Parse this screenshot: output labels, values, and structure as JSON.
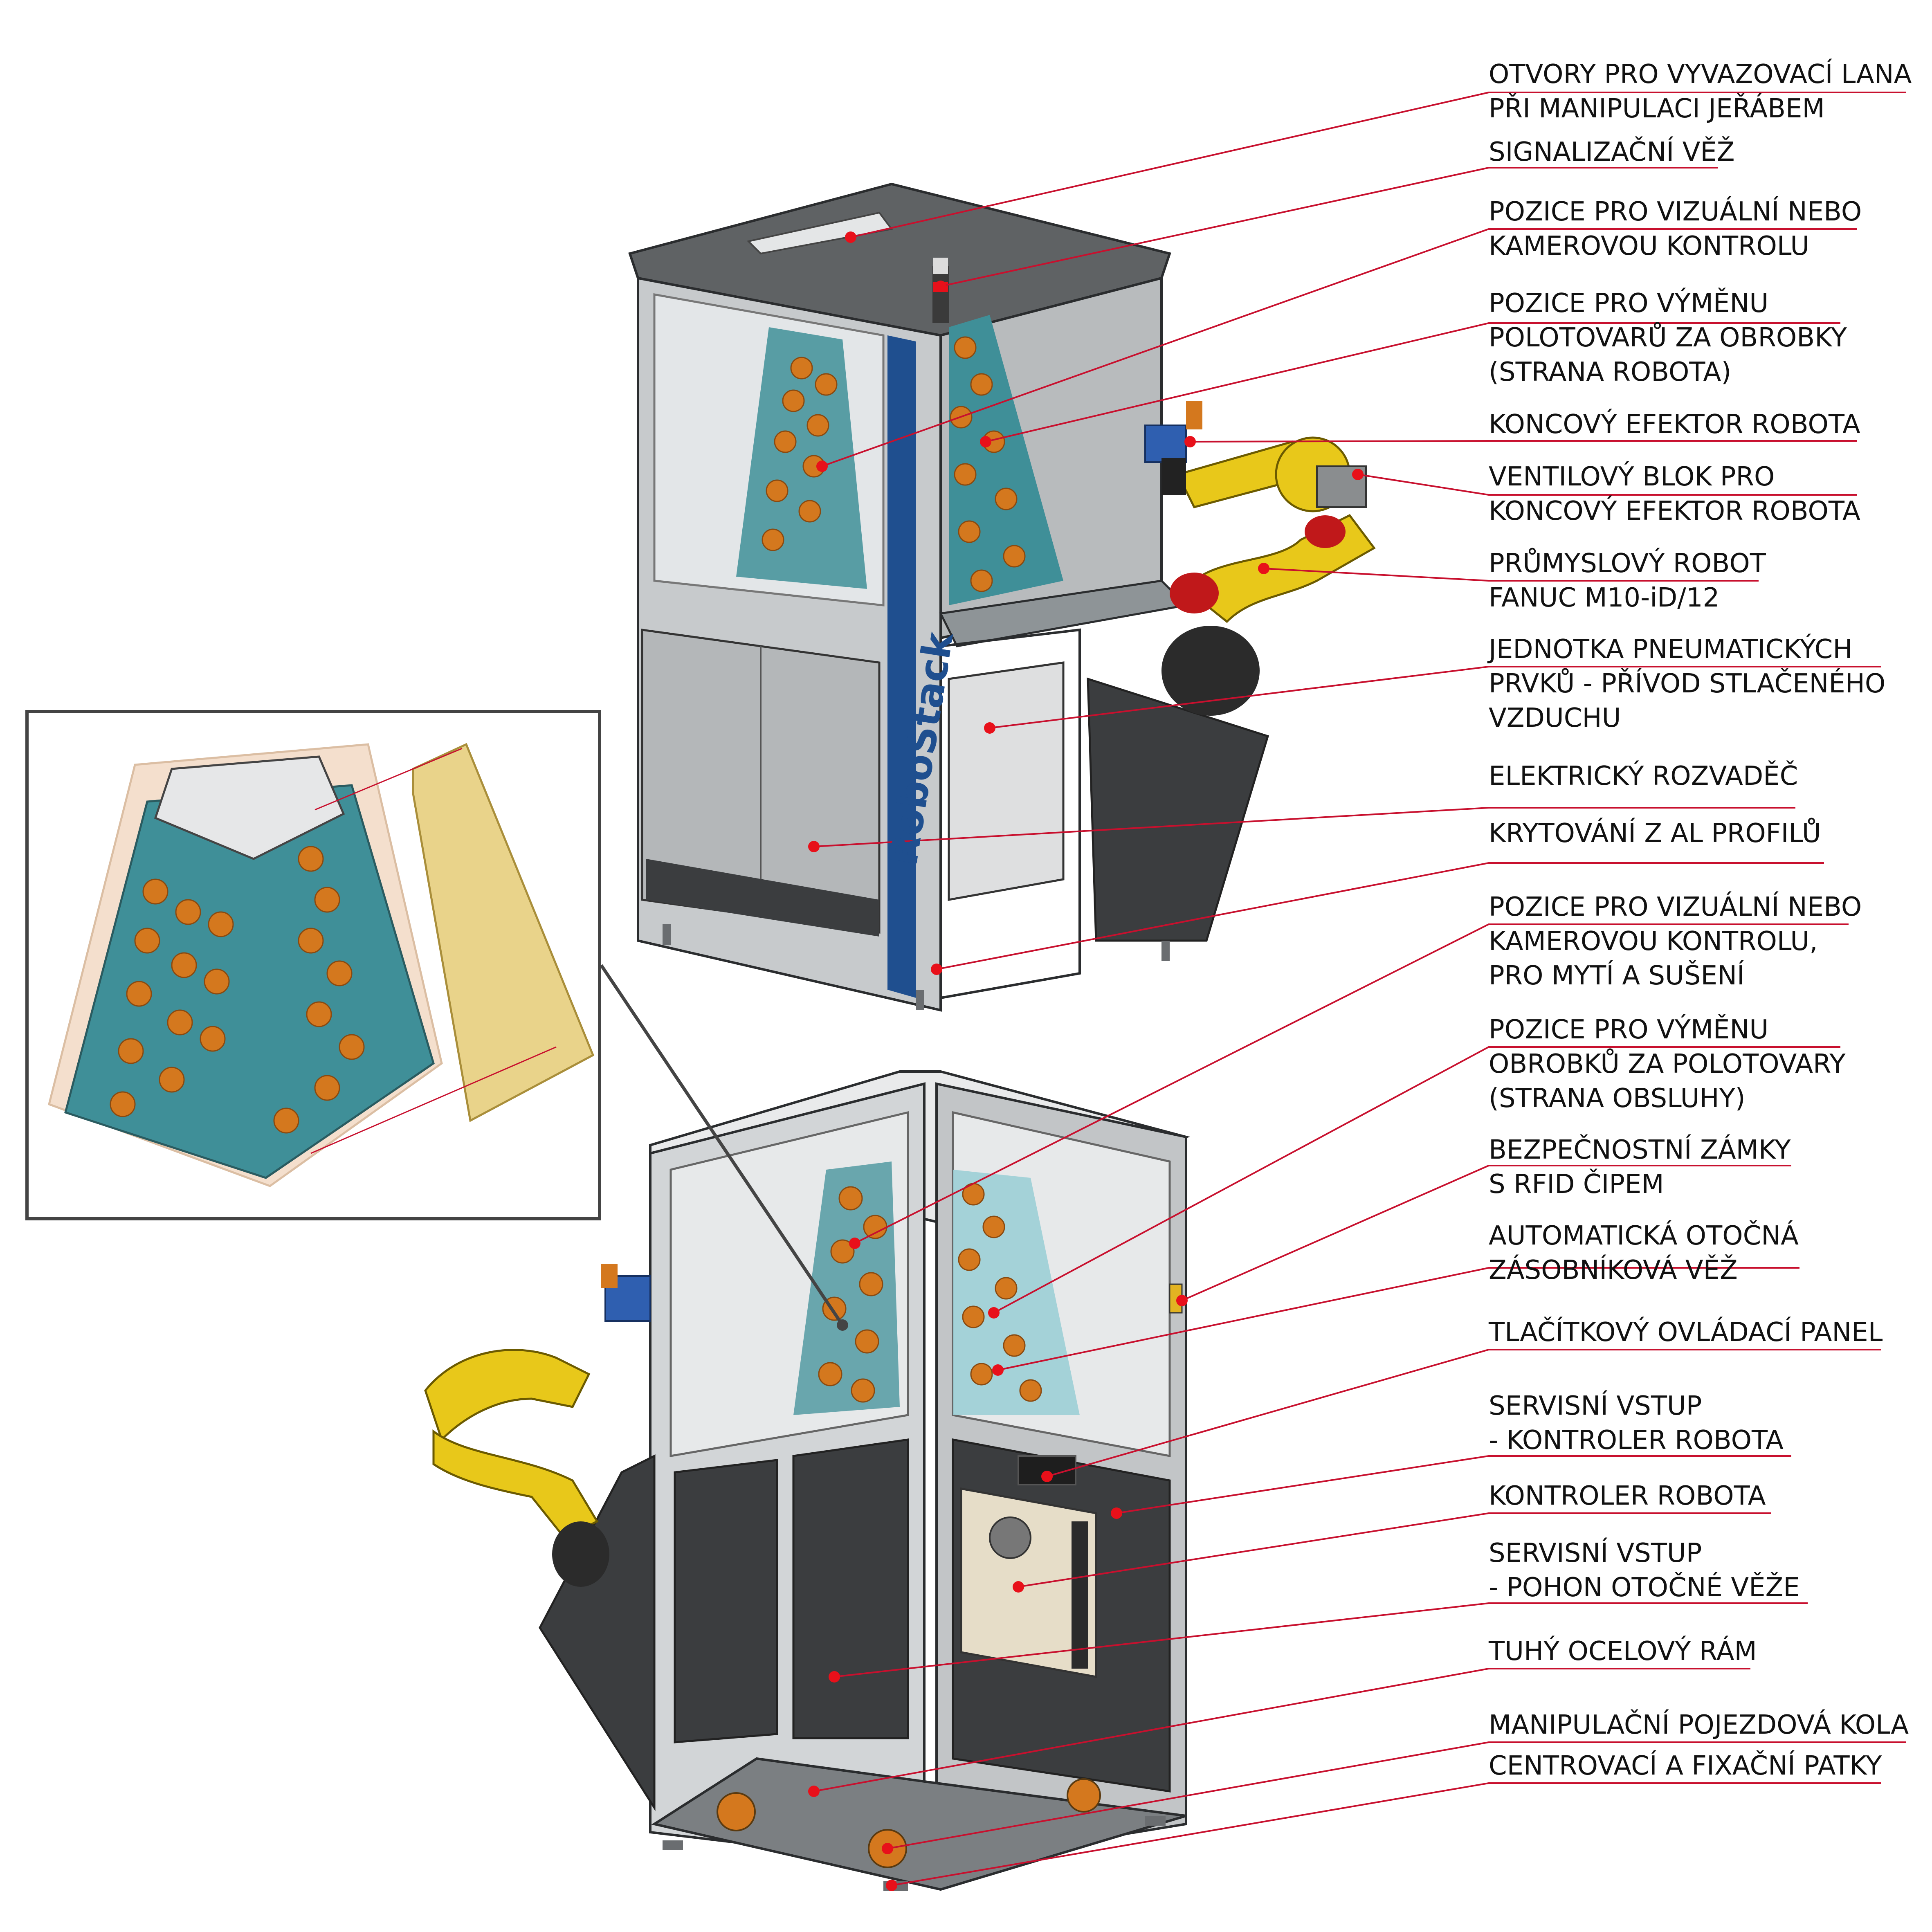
{
  "brand_text": "RoboStack",
  "colors": {
    "leader": "#c8102e",
    "dot": "#e8101a",
    "frame": "#b9bcbf",
    "frame_dark": "#8f9396",
    "panel_grey": "#a9acae",
    "panel_dark": "#3b3d3f",
    "glass": "#dfe3e5",
    "teal": "#3f8f98",
    "orange": "#d4781e",
    "robot_yellow": "#e8c81a",
    "sand": "#e9d38a"
  },
  "callouts": [
    {
      "lines": [
        "OTVORY PRO VYVAZOVACÍ LANA",
        "PŘI MANIPULACI JEŘÁBEM"
      ]
    },
    {
      "lines": [
        "SIGNALIZAČNÍ VĚŽ"
      ]
    },
    {
      "lines": [
        "POZICE PRO VIZUÁLNÍ NEBO",
        "KAMEROVOU KONTROLU"
      ]
    },
    {
      "lines": [
        "POZICE PRO VÝMĚNU",
        "POLOTOVARŮ ZA OBROBKY",
        "(STRANA ROBOTA)"
      ]
    },
    {
      "lines": [
        "KONCOVÝ EFEKTOR ROBOTA"
      ]
    },
    {
      "lines": [
        "VENTILOVÝ BLOK PRO",
        "KONCOVÝ EFEKTOR ROBOTA"
      ]
    },
    {
      "lines": [
        "PRŮMYSLOVÝ ROBOT",
        "FANUC M10-iD/12"
      ]
    },
    {
      "lines": [
        "JEDNOTKA PNEUMATICKÝCH",
        "PRVKŮ - PŘÍVOD STLAČENÉHO",
        "VZDUCHU"
      ]
    },
    {
      "lines": [
        "ELEKTRICKÝ ROZVADĚČ"
      ]
    },
    {
      "lines": [
        "KRYTOVÁNÍ Z AL PROFILŮ"
      ]
    },
    {
      "lines": [
        "POZICE PRO VIZUÁLNÍ NEBO",
        "KAMEROVOU KONTROLU,",
        "PRO MYTÍ A SUŠENÍ"
      ]
    },
    {
      "lines": [
        "POZICE PRO VÝMĚNU",
        "OBROBKŮ ZA POLOTOVARY",
        "(STRANA OBSLUHY)"
      ]
    },
    {
      "lines": [
        "BEZPEČNOSTNÍ ZÁMKY",
        "S RFID ČIPEM"
      ]
    },
    {
      "lines": [
        "AUTOMATICKÁ OTOČNÁ",
        "ZÁSOBNÍKOVÁ VĚŽ"
      ]
    },
    {
      "lines": [
        "TLAČÍTKOVÝ OVLÁDACÍ PANEL"
      ]
    },
    {
      "lines": [
        "SERVISNÍ VSTUP",
        "- KONTROLER ROBOTA"
      ]
    },
    {
      "lines": [
        "KONTROLER ROBOTA"
      ]
    },
    {
      "lines": [
        "SERVISNÍ VSTUP",
        "- POHON OTOČNÉ VĚŽE"
      ]
    },
    {
      "lines": [
        "TUHÝ OCELOVÝ RÁM"
      ]
    },
    {
      "lines": [
        "MANIPULAČNÍ POJEZDOVÁ KOLA"
      ]
    },
    {
      "lines": [
        "CENTROVACÍ A FIXAČNÍ PATKY"
      ]
    }
  ]
}
